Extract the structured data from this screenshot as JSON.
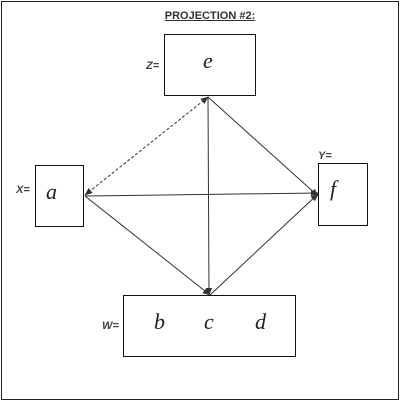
{
  "title": "PROJECTION #2:",
  "nodes": {
    "z": {
      "label": "Z=",
      "vars": [
        "e"
      ]
    },
    "x": {
      "label": "X=",
      "vars": [
        "a"
      ]
    },
    "y": {
      "label": "Y=",
      "vars": [
        "f"
      ]
    },
    "w": {
      "label": "W=",
      "vars": [
        "b",
        "c",
        "d"
      ]
    }
  },
  "edges": [
    {
      "from": "z",
      "to": "x",
      "style": "dashed",
      "direction": "both"
    },
    {
      "from": "x",
      "to": "y",
      "style": "solid",
      "direction": "forward"
    },
    {
      "from": "x",
      "to": "w",
      "style": "solid",
      "direction": "forward"
    },
    {
      "from": "z",
      "to": "y",
      "style": "solid",
      "direction": "forward"
    },
    {
      "from": "z",
      "to": "w",
      "style": "solid",
      "direction": "forward"
    },
    {
      "from": "w",
      "to": "y",
      "style": "solid",
      "direction": "forward"
    }
  ],
  "colors": {
    "line": "#333333",
    "border": "#111111",
    "text": "#222222"
  }
}
